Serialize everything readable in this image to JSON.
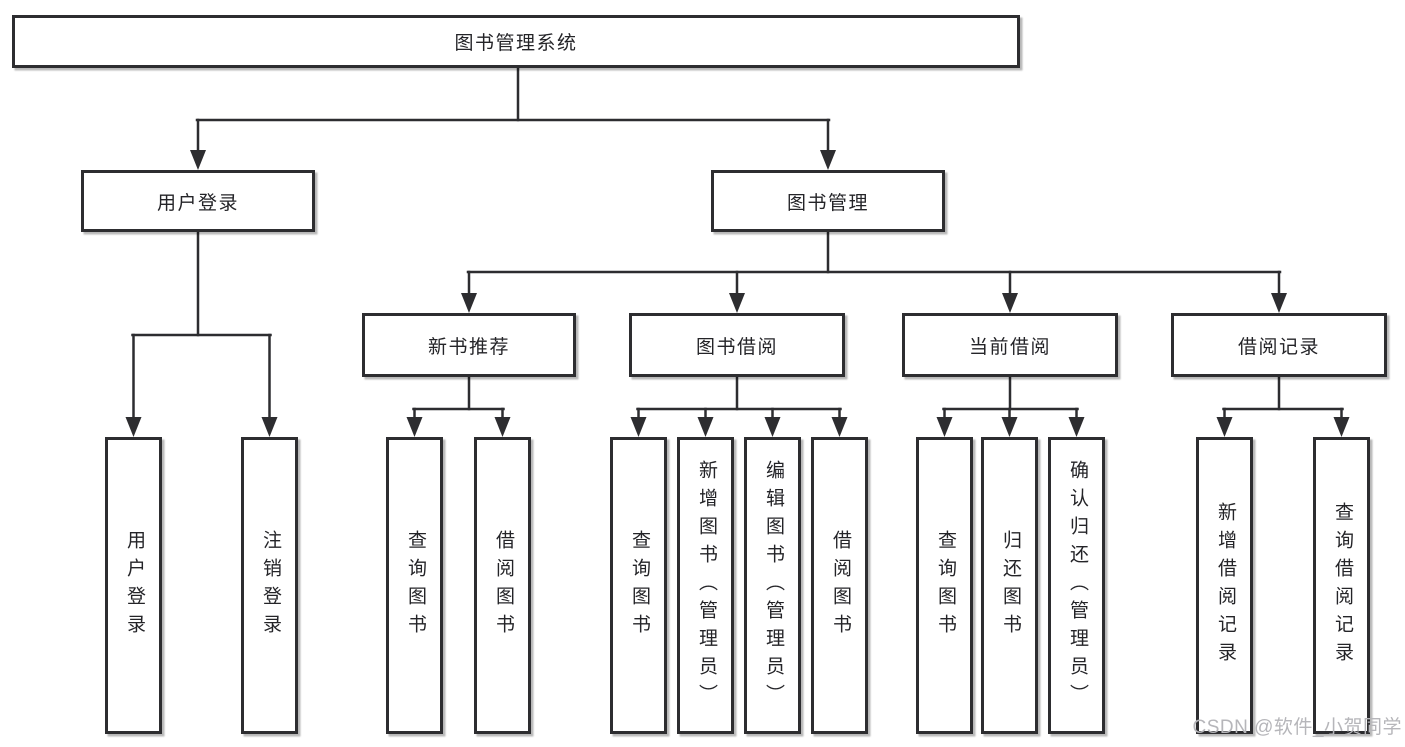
{
  "diagram": {
    "title": "图书管理系统",
    "labels": {
      "root": "图书管理系统",
      "user_login": "用户登录",
      "book_mgmt": "图书管理",
      "new_book_rec": "新书推荐",
      "book_borrow": "图书借阅",
      "current_borrow": "当前借阅",
      "borrow_records": "借阅记录",
      "leaf_user_login": "用户登录",
      "leaf_logout": "注销登录",
      "leaf_nb_query": "查询图书",
      "leaf_nb_borrow": "借阅图书",
      "leaf_bb_query": "查询图书",
      "leaf_bb_add": "新增图书（管理员）",
      "leaf_bb_edit": "编辑图书（管理员）",
      "leaf_bb_borrow": "借阅图书",
      "leaf_cb_query": "查询图书",
      "leaf_cb_return": "归还图书",
      "leaf_cb_confirm": "确认归还（管理员）",
      "leaf_br_add": "新增借阅记录",
      "leaf_br_query": "查询借阅记录"
    },
    "watermark": "CSDN @软件_小贺同学",
    "colors": {
      "background": "#ffffff",
      "line": "#2d2d30",
      "box_border": "#2d2d30",
      "box_fill": "#ffffff",
      "text": "#242428",
      "watermark": "#b6b6ba"
    }
  }
}
